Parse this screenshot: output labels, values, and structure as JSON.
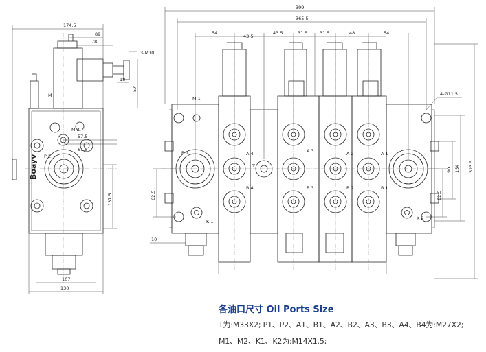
{
  "drawing": {
    "brand": "Boayv",
    "side_view": {
      "dims": {
        "d174_5": "174.5",
        "d89": "89",
        "d78": "78",
        "thread_3m10": "3-M10",
        "d18": "18",
        "d57": "57",
        "d57_5": "57.5",
        "d61_5": "61.5",
        "d137_5": "137.5",
        "d107": "107",
        "d130": "130"
      },
      "labels": {
        "m": "M",
        "m2": "M 2",
        "p2": "P 2"
      }
    },
    "front_view": {
      "dims": {
        "d399": "399",
        "d365_5": "365.5",
        "d54a": "54",
        "d43_5a": "43.5",
        "d43_5b": "43.5",
        "d31_5a": "31.5",
        "d31_5b": "31.5",
        "d48": "48",
        "d54b": "54",
        "hole": "4-Ø11.5",
        "d323_5": "323.5",
        "d154": "154",
        "d90": "90",
        "d62_5r": "62.5",
        "d62_5l": "62.5",
        "d10": "10"
      },
      "labels": {
        "m1": "M 1",
        "p1": "P 1",
        "k1": "K 1",
        "a4": "A 4",
        "b4": "B 4",
        "a3": "A 3",
        "b3": "B 3",
        "a2": "A 2",
        "b2": "B 2",
        "a1": "A 1",
        "b1": "B 1",
        "t": "T",
        "k2": "K 2"
      }
    }
  },
  "caption": {
    "title": "各油口尺寸 Oil Ports Size",
    "line1": "T为:M33X2; P1、P2、A1、B1、A2、B2、A3、B3、A4、B4为:M27X2;",
    "line2": "M1、M2、K1、K2为:M14X1.5;"
  }
}
